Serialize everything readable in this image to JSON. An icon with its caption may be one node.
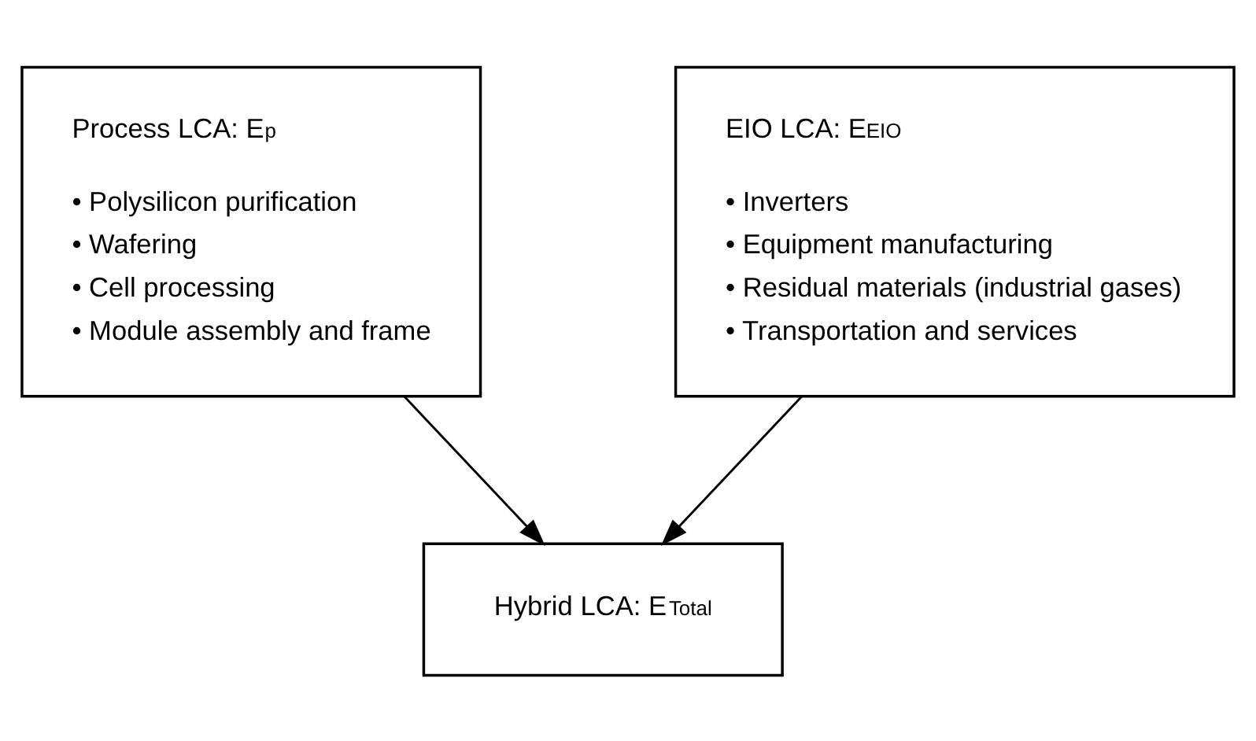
{
  "diagram": {
    "nodes": [
      {
        "text": [
          "Process LCA: E$_{p}$",
          "• Polysilicon purification",
          "• Wafering",
          "• Cell processing",
          "• Module assembly and frame"
        ]
      },
      {
        "text": [
          "EIO LCA: E$_{EIO}$",
          "• Inverters",
          "• Equipment manufacturing",
          "• Residual materials (industrial gases)",
          "• Transportation and services"
        ]
      },
      {
        "text": [
          "Hybrid LCA: E$_{Total}$"
        ]
      }
    ],
    "edges": [
      {
        "from": 0,
        "to": 2,
        "arrow": "to"
      },
      {
        "from": 1,
        "to": 2,
        "arrow": "to"
      }
    ]
  }
}
